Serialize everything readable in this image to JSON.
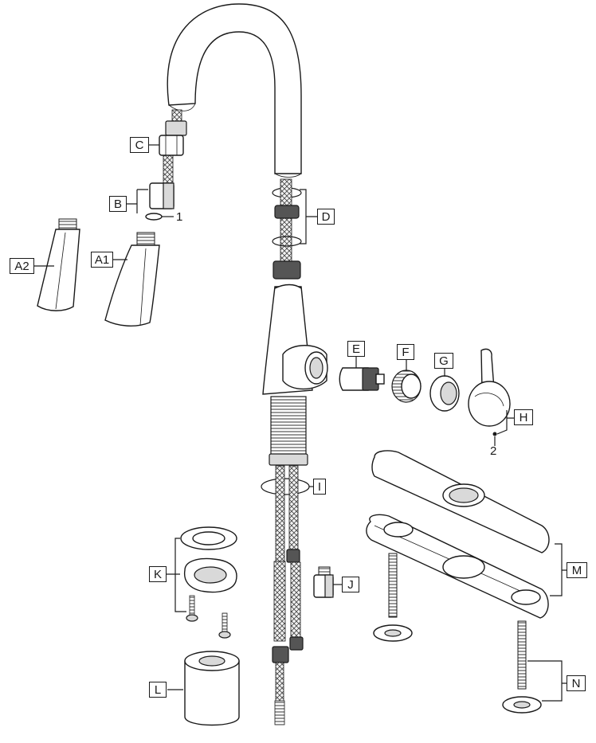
{
  "labels": {
    "a2": "A2",
    "a1": "A1",
    "b": "B",
    "c": "C",
    "d": "D",
    "e": "E",
    "f": "F",
    "g": "G",
    "h": "H",
    "i": "I",
    "j": "J",
    "k": "K",
    "l": "L",
    "m": "M",
    "n": "N"
  },
  "numbers": {
    "one": "1",
    "two": "2"
  }
}
